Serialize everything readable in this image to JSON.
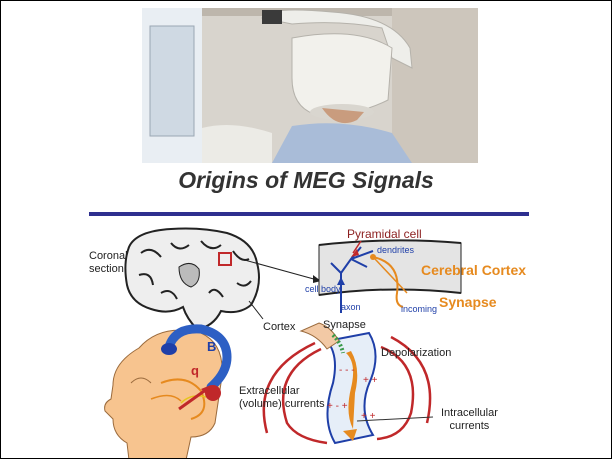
{
  "slide": {
    "title": "Origins of MEG Signals",
    "labels": {
      "coronal_section": "Coronal\nsection",
      "cortex": "Cortex",
      "pyramidal_cell": "Pyramidal cell",
      "dendrites": "dendrites",
      "cell_body": "cell body",
      "axon": "axon",
      "incoming": "incoming",
      "cerebral_cortex": "Cerebral Cortex",
      "synapse_orange": "Synapse",
      "synapse": "Synapse",
      "depolarization": "Depolarization",
      "extracellular": "Extracellular\n(volume) currents",
      "intracellular": "Intracellular\ncurrents",
      "B": "B",
      "q": "q"
    },
    "colors": {
      "rule": "#2e2f8f",
      "orange": "#e68a1f",
      "red": "#c0282a",
      "blue": "#1f3fa8",
      "skin": "#f7c48f"
    }
  }
}
